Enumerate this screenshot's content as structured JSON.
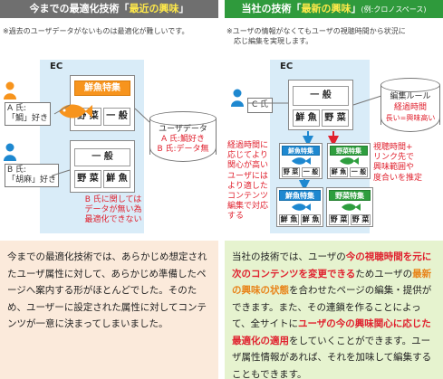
{
  "left": {
    "banner_prefix": "今までの最適化技術「",
    "banner_highlight": "最近の興味",
    "banner_suffix": "」",
    "note": "※過去のユーザデータがないものは最適化が難しいです。",
    "ec_label": "EC",
    "page_a": {
      "header": "鮮魚特集",
      "cell1": "野 菜",
      "cell2": "一 般"
    },
    "page_b": {
      "header": "一 般",
      "cell1": "野 菜",
      "cell2": "鮮 魚"
    },
    "user_a_line1": "A 氏:",
    "user_a_line2": "「鯛」好き",
    "user_b_line1": "B 氏:",
    "user_b_line2": "「胡麻」好き",
    "db_title": "ユーザデータ",
    "db_line1": "A 氏:鯛好き",
    "db_line2": "B 氏:データ無",
    "note_b_line1": "B 氏に関しては",
    "note_b_line2": "データが無い為",
    "note_b_line3": "最適化できない",
    "description": "今までの最適化技術では、あらかじめ想定されたユーザ属性に対して、あらかじめ準備したページへ案内する形がほとんどでした。そのため、ユーザーに設定された属性に対してコンテンツが一意に決まってしまいました。"
  },
  "right": {
    "banner_prefix": "当社の技術「",
    "banner_highlight": "最新の興味",
    "banner_suffix": "」",
    "banner_sub": "(例:クロノスペース)",
    "note_line1": "※ユーザの情報がなくてもユーザの視聴時間から状況に",
    "note_line2": "応じ編集を実現します。",
    "ec_label": "EC",
    "user_c": "C 氏",
    "page_main": {
      "header": "一 般",
      "cell1": "鮮 魚",
      "cell2": "野 菜"
    },
    "sub1": {
      "header": "鮮魚特集",
      "cell1": "野 菜",
      "cell2": "一 般"
    },
    "sub2": {
      "header": "野菜特集",
      "cell1": "鮮 魚",
      "cell2": "一 般"
    },
    "sub3": {
      "header": "鮮魚特集",
      "cell1": "鮮 魚",
      "cell2": "鮮 魚"
    },
    "sub4": {
      "header": "野菜特集",
      "cell1": "野 菜",
      "cell2": "野 菜"
    },
    "left_note_lines": [
      "経過時間に",
      "応じてより",
      "関心が高い",
      "ユーザには",
      "より適した",
      "コンテンツ",
      "編集で対応",
      "する"
    ],
    "right_note_lines": [
      "視聴時間+",
      "リンク先で",
      "興味範囲や",
      "度合いを推定"
    ],
    "db_title": "編集ルール",
    "db_line1": "経過時間",
    "db_line2": "長い=興味高い",
    "desc": {
      "p1": "当社の技術では、ユーザの",
      "h1": "今の視聴時間を元に次のコンテンツを変更できる",
      "p2": "ためユーザの",
      "h2": "最新の興味の状態",
      "p3": "を合わせたページの編集・提供ができます。また、その連鎖を作ることによって、全サイトに",
      "h3": "ユーザの今の興味関心に応じた最適化の適用",
      "p4": "をしていくことができます。ユーザ属性情報があれば、それを加味して編集することもできます。"
    }
  },
  "colors": {
    "left_banner": "#6f6f6f",
    "right_banner": "#2f9a3c",
    "left_bottom": "#fbeadb",
    "right_bottom": "#e6f3cf",
    "ec_panel": "#d9ecf8",
    "accent_red": "#e0212e",
    "fish_orange": "#f7941d",
    "fish_green": "#2e9e3e"
  }
}
